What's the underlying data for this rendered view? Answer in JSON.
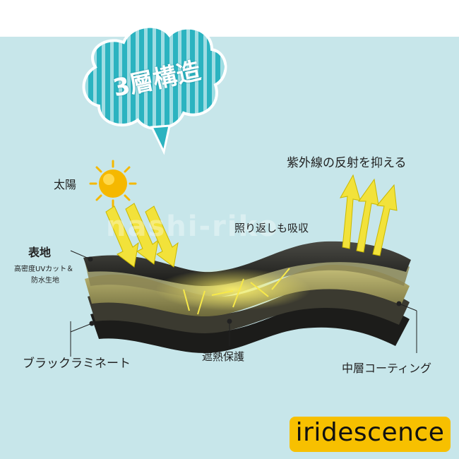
{
  "title": "3層構造",
  "watermark": "nashi-riko",
  "labels": {
    "sun": "太陽",
    "uv_reflect": "紫外線の反射を抑える",
    "reflect_absorb": "照り返しも吸収",
    "outer_fabric": "表地",
    "outer_fabric_desc_1": "高密度UVカット＆",
    "outer_fabric_desc_2": "防水生地",
    "black_laminate": "ブラックラミネート",
    "heat_shield": "遮熱保護",
    "middle_coating": "中層コーティング"
  },
  "badge": "iridescence",
  "colors": {
    "background": "#c7e6ea",
    "title_cloud": "#2bb3c0",
    "arrow": "#f2e23a",
    "sun": "#f5b800",
    "badge": "#f7c000"
  }
}
